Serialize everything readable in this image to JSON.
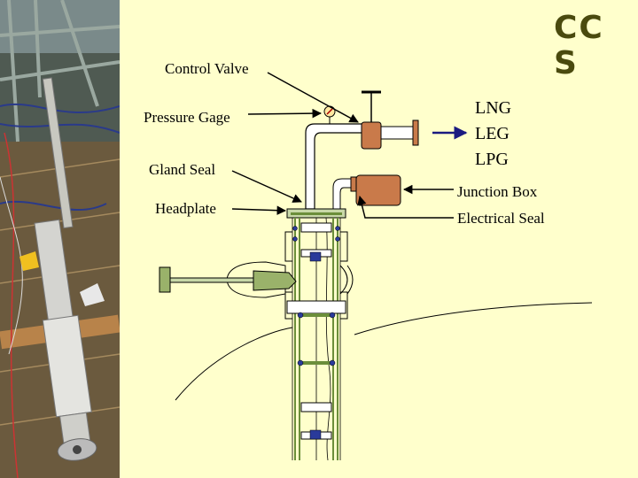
{
  "logo": {
    "line1": "CC",
    "line2": "S"
  },
  "labels": {
    "control_valve": "Control Valve",
    "pressure_gage": "Pressure Gage",
    "gland_seal": "Gland Seal",
    "headplate": "Headplate",
    "junction_box": "Junction Box",
    "electrical_seal": "Electrical Seal"
  },
  "fluids": [
    "LNG",
    "LEG",
    "LPG"
  ],
  "colors": {
    "background": "#ffffcc",
    "pipe_fill": "#ffffff",
    "pipe_stroke": "#000000",
    "column_green": "#6b8e3a",
    "valve_copper": "#c97a4a",
    "arrow_navy": "#1a1a80",
    "bolt_blue": "#2a3a9a"
  },
  "icons": {
    "photo": "pump-photo",
    "gauge": "pressure-gauge-icon",
    "arrow": "flow-arrow-icon"
  }
}
